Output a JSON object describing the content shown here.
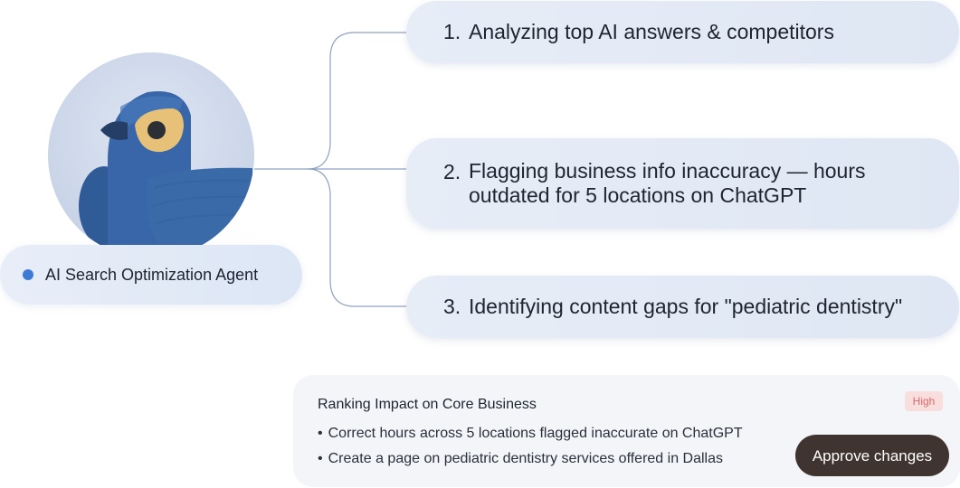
{
  "agent": {
    "name": "AI Search Optimization Agent",
    "avatar": "parrot-mascot",
    "status_color": "#3d7ad6"
  },
  "steps": [
    {
      "number": "1.",
      "text": "Analyzing top AI answers & competitors"
    },
    {
      "number": "2.",
      "text": "Flagging business info inaccuracy — hours outdated for 5 locations on ChatGPT"
    },
    {
      "number": "3.",
      "text": "Identifying content gaps for \"pediatric dentistry\""
    }
  ],
  "impact": {
    "title": "Ranking Impact on Core Business",
    "badge": "High",
    "items": [
      "Correct hours across 5 locations flagged inaccurate on ChatGPT",
      "Create a page on pediatric dentistry services offered in Dallas"
    ],
    "approve_label": "Approve changes"
  }
}
